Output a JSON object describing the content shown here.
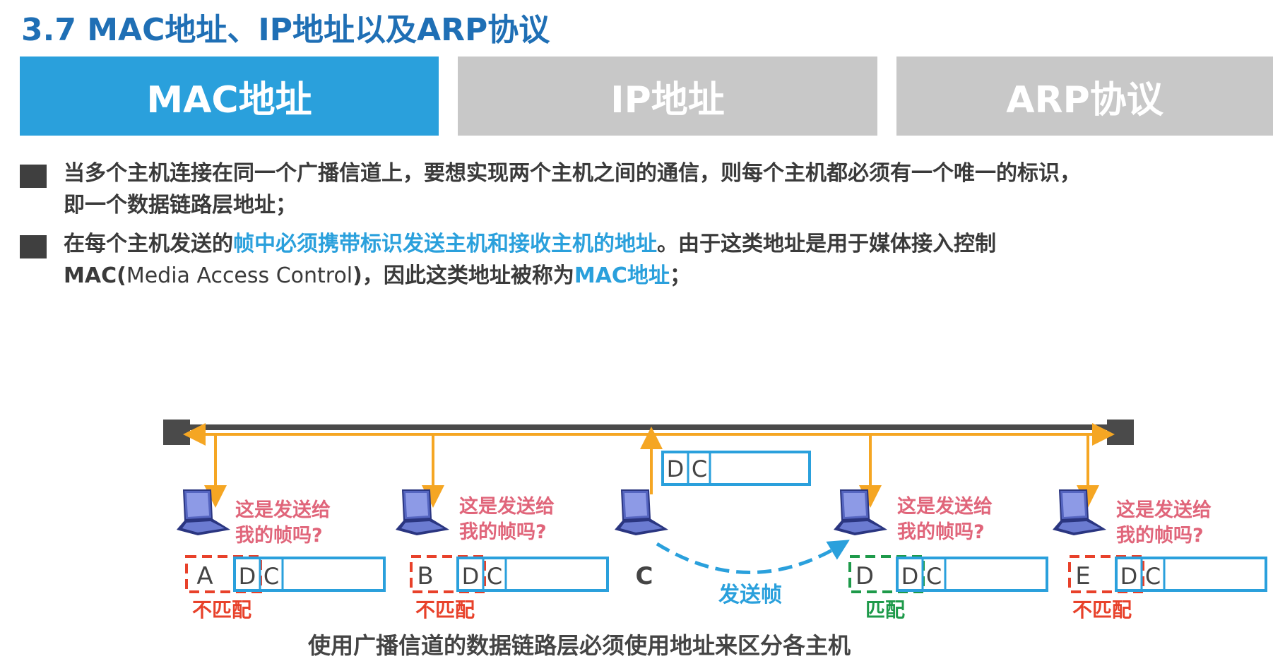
{
  "title": "3.7 MAC地址、IP地址以及ARP协议",
  "tabs": [
    {
      "label": "MAC地址",
      "active": true
    },
    {
      "label": "IP地址",
      "active": false
    },
    {
      "label": "ARP协议",
      "active": false
    }
  ],
  "bullets": [
    {
      "line1": "当多个主机连接在同一个广播信道上，要想实现两个主机之间的通信，则每个主机都必须有一个唯一的标识，",
      "line2": "即一个数据链路层地址；"
    },
    {
      "part1": "在每个主机发送的",
      "part1_hl": "帧中必须携带标识发送主机和接收主机的地址",
      "part1_end": "。由于这类地址是用于媒体接入控制",
      "part2_mac": "MAC(",
      "part2_thin": "Media Access Control",
      "part2_mid": ")，因此这类地址被称为",
      "part2_hl": "MAC地址",
      "part2_end": "；"
    }
  ],
  "diagram": {
    "sent_frame": {
      "dst": "D",
      "src": "C"
    },
    "sender_label": "C",
    "send_label": "发送帧",
    "question_line1": "这是发送给",
    "question_line2": "我的帧吗?",
    "hosts": [
      {
        "id": "A",
        "frame_dst": "D",
        "frame_src": "C",
        "result": "不匹配",
        "match": false
      },
      {
        "id": "B",
        "frame_dst": "D",
        "frame_src": "C",
        "result": "不匹配",
        "match": false
      },
      {
        "id": "D",
        "frame_dst": "D",
        "frame_src": "C",
        "result": "匹配",
        "match": true
      },
      {
        "id": "E",
        "frame_dst": "D",
        "frame_src": "C",
        "result": "不匹配",
        "match": false
      }
    ],
    "colors": {
      "bus": "#f5a623",
      "frame": "#2aa0dc",
      "mismatch": "#e8412a",
      "match": "#1e9a4a",
      "question": "#e0657a",
      "laptop": "#6b7bd1"
    }
  },
  "caption": "使用广播信道的数据链路层必须使用地址来区分各主机"
}
